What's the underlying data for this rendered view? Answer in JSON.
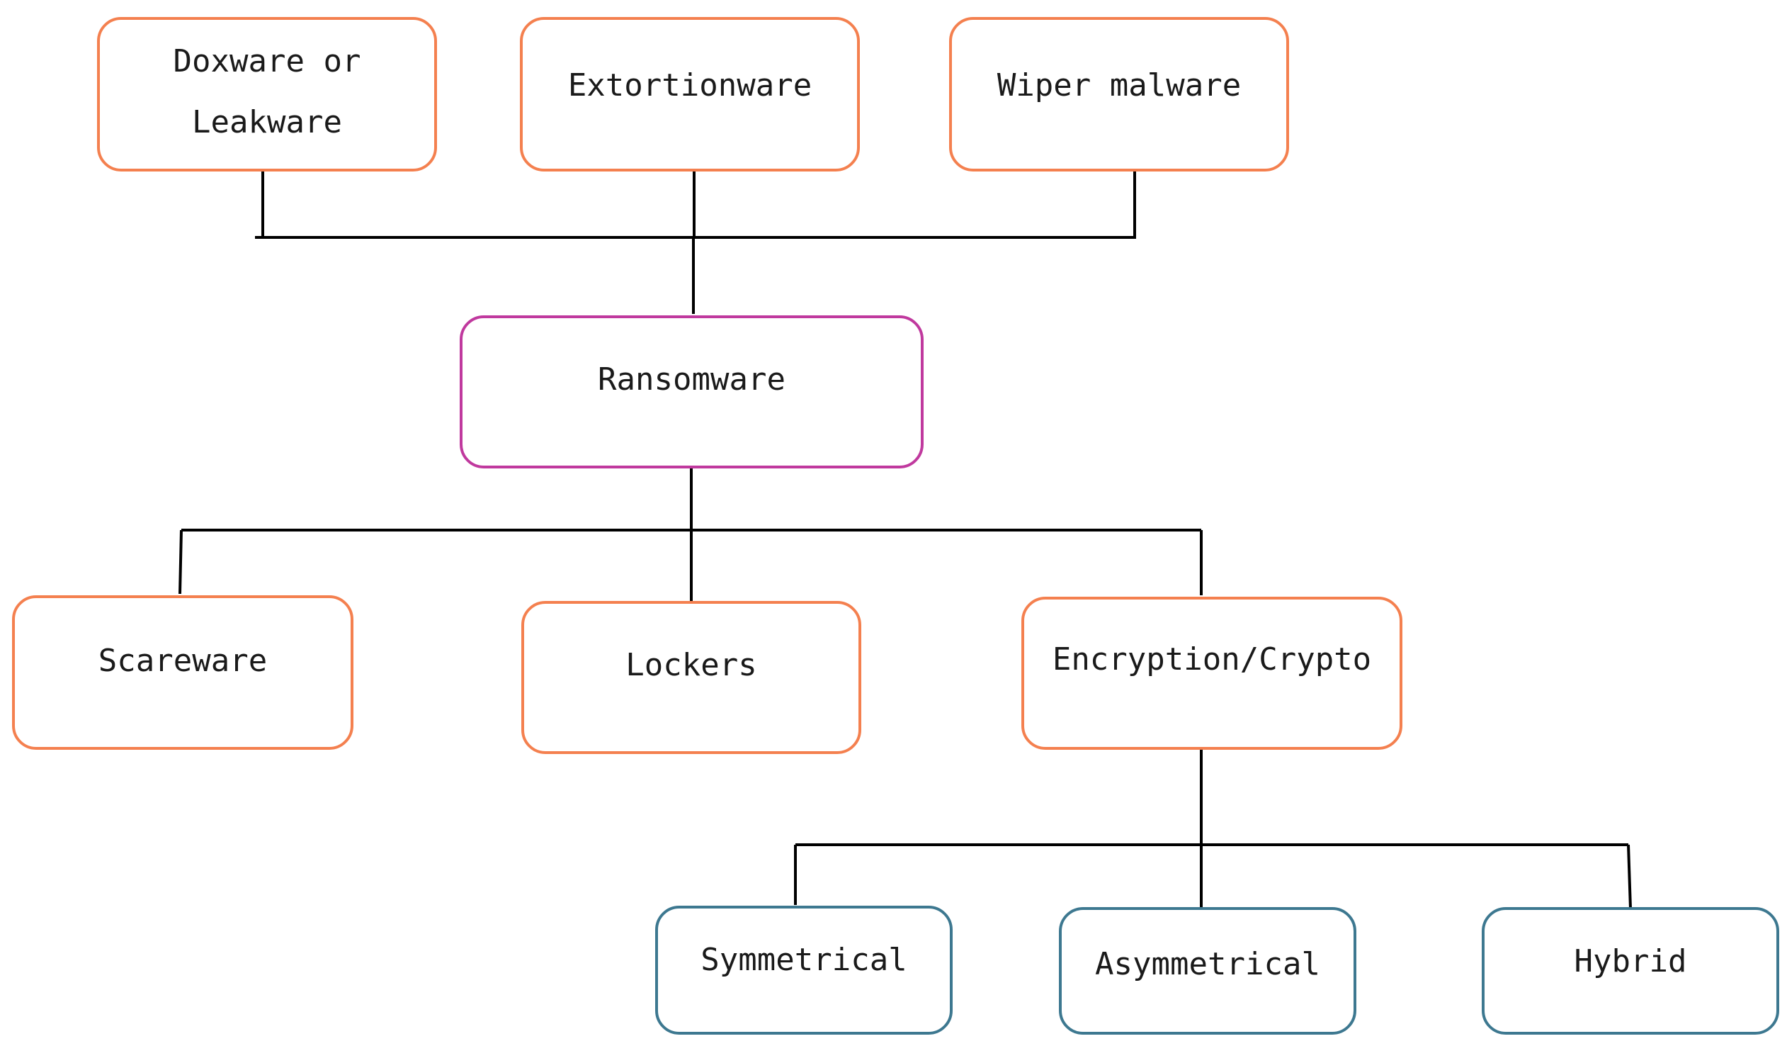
{
  "diagram": {
    "variants": [
      {
        "label_line1": "Doxware or",
        "label_line2": "Leakware"
      },
      {
        "label": "Extortionware"
      },
      {
        "label": "Wiper malware"
      }
    ],
    "root": {
      "label": "Ransomware"
    },
    "types": [
      {
        "label": "Scareware"
      },
      {
        "label": "Lockers"
      },
      {
        "label": "Encryption/Crypto"
      }
    ],
    "crypto_types": [
      {
        "label": "Symmetrical"
      },
      {
        "label": "Asymmetrical"
      },
      {
        "label": "Hybrid"
      }
    ],
    "colors": {
      "variant_border": "#F4804F",
      "root_border": "#C0399E",
      "crypto_border": "#3D7890",
      "connector": "#000000"
    }
  }
}
